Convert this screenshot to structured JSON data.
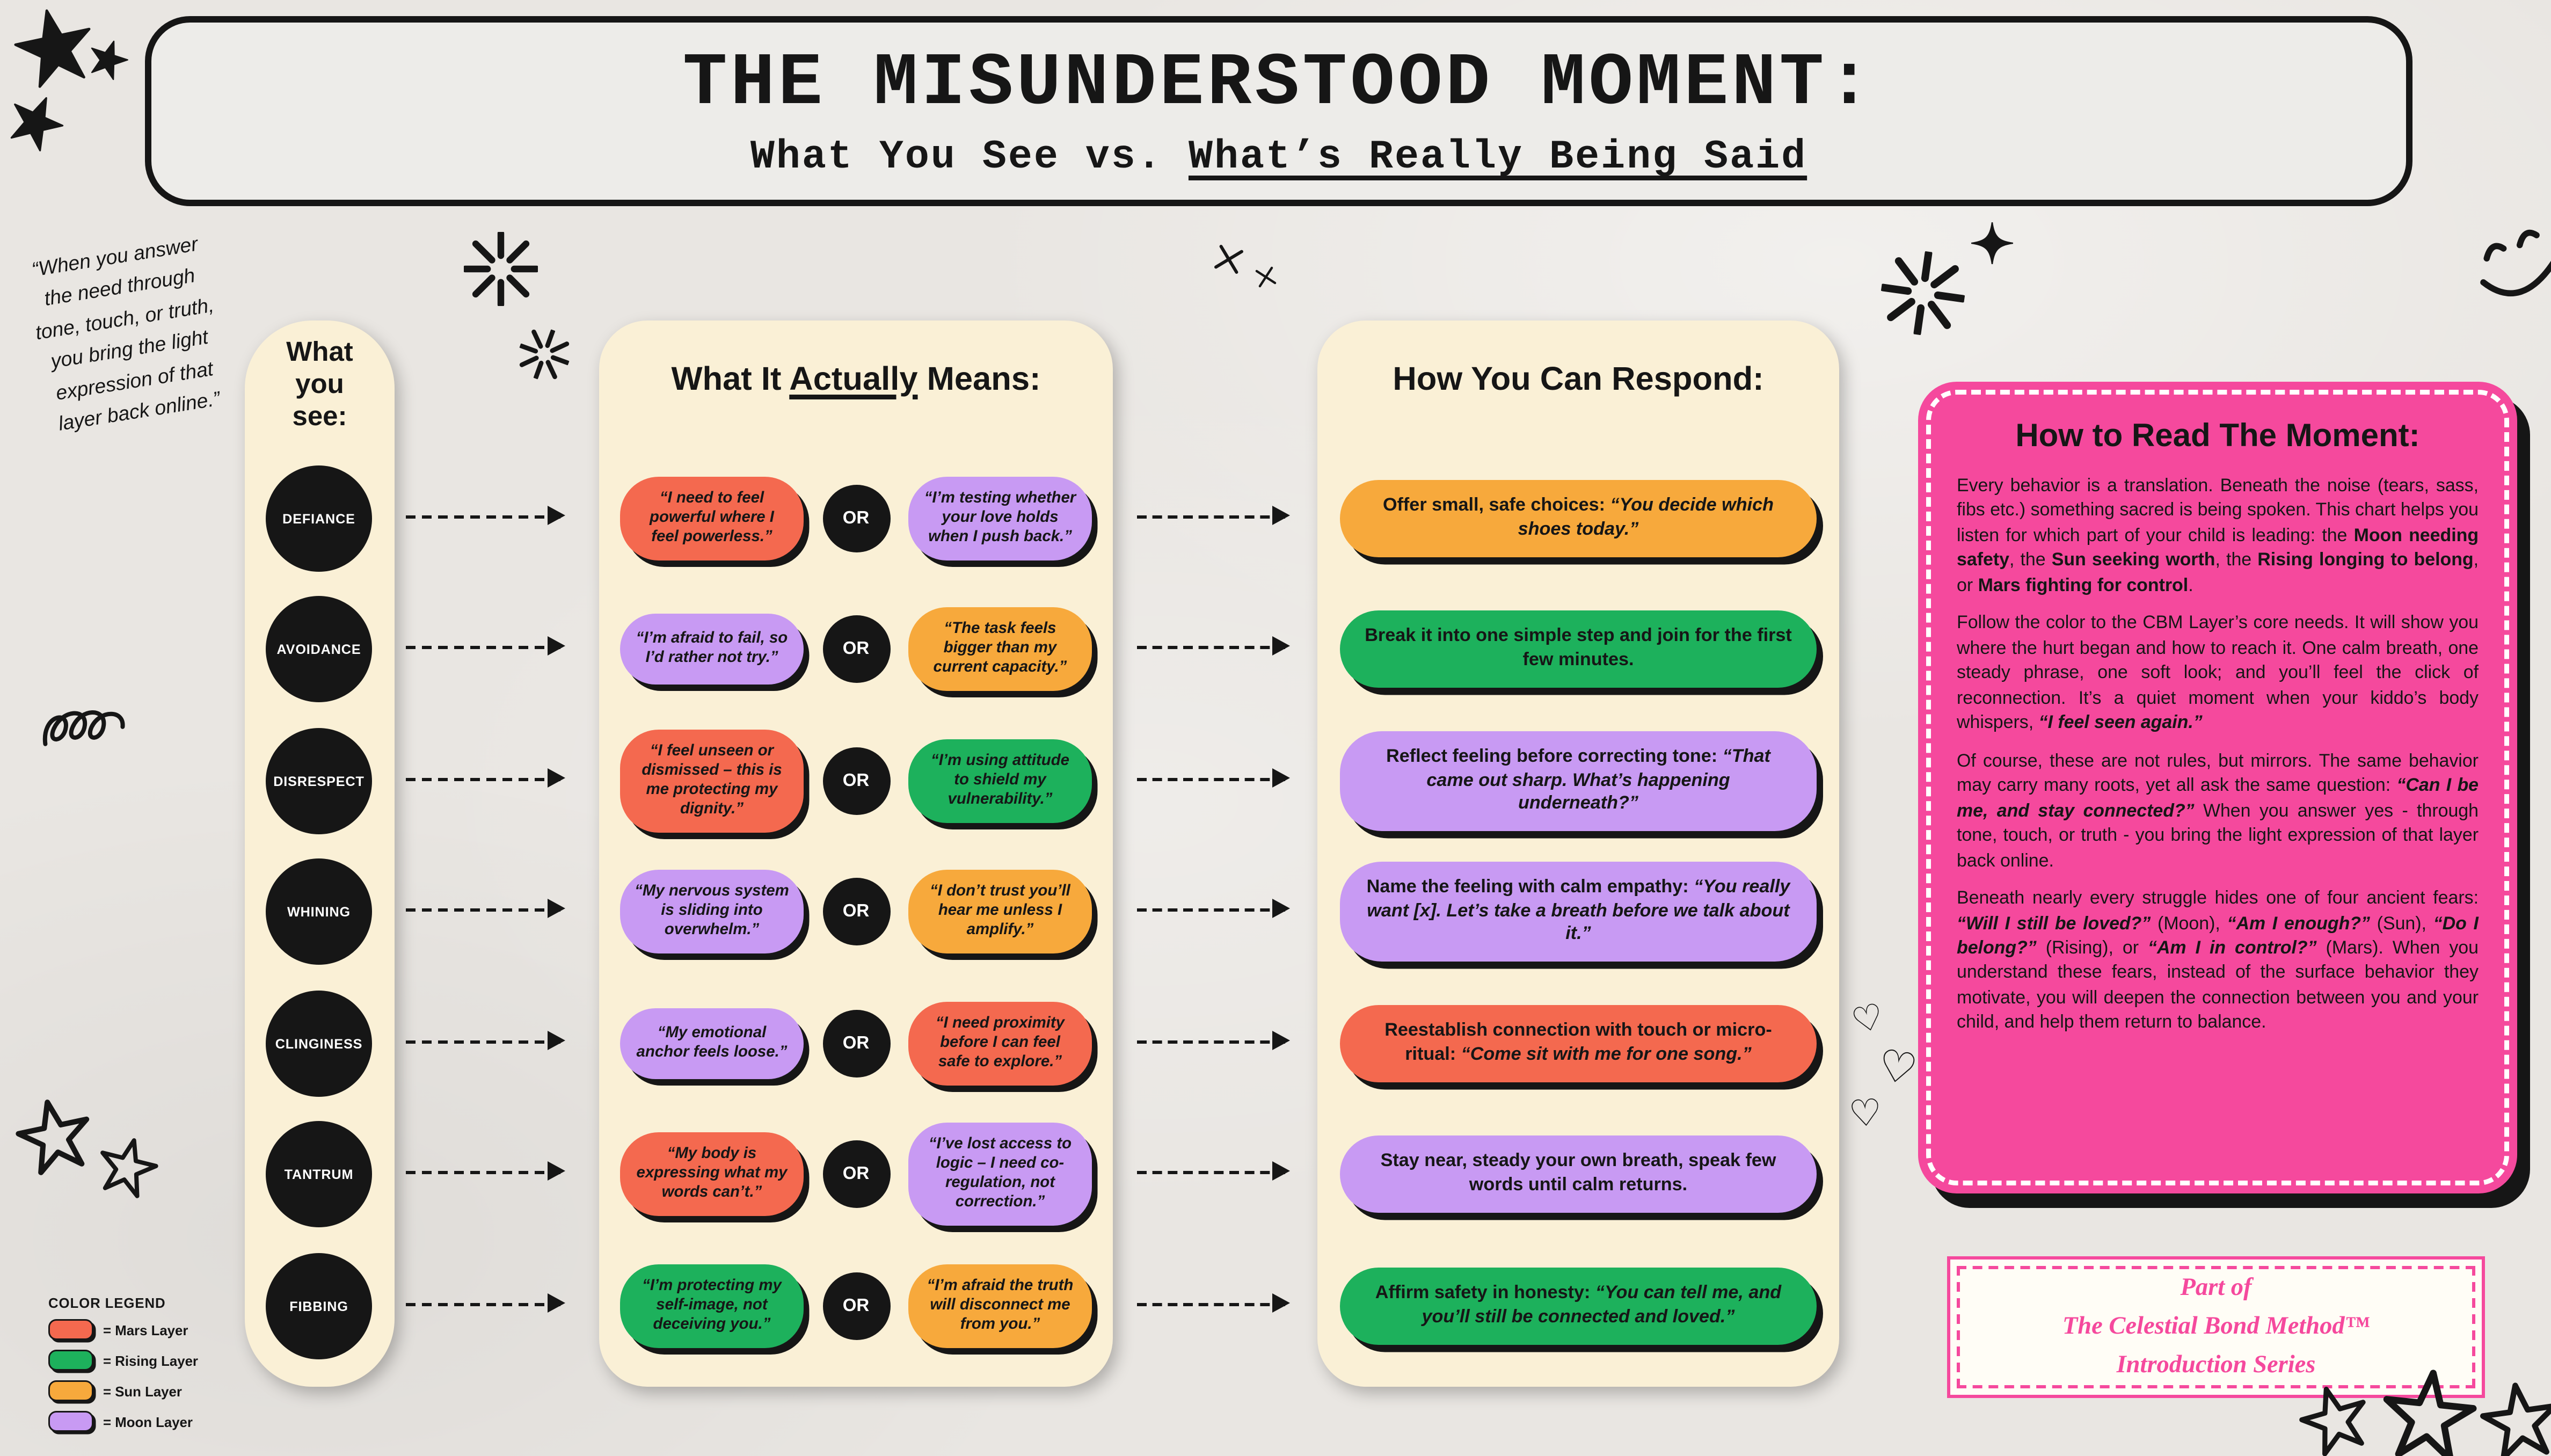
{
  "colors": {
    "mars": "#f4694f",
    "rising": "#1db15c",
    "sun": "#f7a93c",
    "moon": "#c89af3",
    "pink": "#f5499d",
    "cream": "#faf0d6",
    "ink": "#161616"
  },
  "title": {
    "main": "THE MISUNDERSTOOD MOMENT:",
    "subtitle_prefix": "What You See vs. ",
    "subtitle_underlined": "What’s Really Being Said"
  },
  "quote": "“When you answer\nthe need through\ntone, touch, or truth,\nyou bring the light\nexpression of that\nlayer back online.”",
  "see": {
    "header": "What\nyou\nsee:",
    "items": [
      "DEFIANCE",
      "AVOIDANCE",
      "DISRESPECT",
      "WHINING",
      "CLINGINESS",
      "TANTRUM",
      "FIBBING"
    ]
  },
  "means": {
    "header_prefix": "What It ",
    "header_underlined": "Actually",
    "header_suffix": " Means:",
    "or_label": "OR",
    "rows": [
      {
        "left": {
          "text": "“I need to feel powerful where I feel powerless.”",
          "layer": "mars"
        },
        "right": {
          "text": "“I’m testing whether your love holds when I push back.”",
          "layer": "moon"
        }
      },
      {
        "left": {
          "text": "“I’m afraid to fail, so I’d rather not try.”",
          "layer": "moon"
        },
        "right": {
          "text": "“The task feels bigger than my current capacity.”",
          "layer": "sun"
        }
      },
      {
        "left": {
          "text": "“I feel unseen or dismissed – this is me protecting my dignity.”",
          "layer": "mars"
        },
        "right": {
          "text": "“I’m using attitude to shield my vulnerability.”",
          "layer": "rising"
        }
      },
      {
        "left": {
          "text": "“My nervous system is sliding into overwhelm.”",
          "layer": "moon"
        },
        "right": {
          "text": "“I don’t trust you’ll hear me unless I amplify.”",
          "layer": "sun"
        }
      },
      {
        "left": {
          "text": "“My emotional anchor feels loose.”",
          "layer": "moon"
        },
        "right": {
          "text": "“I need proximity before I can feel safe to explore.”",
          "layer": "mars"
        }
      },
      {
        "left": {
          "text": "“My body is expressing what my words can’t.”",
          "layer": "mars"
        },
        "right": {
          "text": "“I’ve lost access to logic – I need co-regulation, not correction.”",
          "layer": "moon"
        }
      },
      {
        "left": {
          "text": "“I’m protecting my self-image, not deceiving you.”",
          "layer": "rising"
        },
        "right": {
          "text": "“I’m afraid the truth will disconnect me from you.”",
          "layer": "sun"
        }
      }
    ]
  },
  "respond": {
    "header": "How You Can Respond:",
    "items": [
      {
        "layer": "sun",
        "prefix": "Offer small, safe choices: ",
        "quote": "“You decide which shoes today.”"
      },
      {
        "layer": "rising",
        "prefix": "Break it into one simple step and join for the first few minutes.",
        "quote": ""
      },
      {
        "layer": "moon",
        "prefix": "Reflect feeling before correcting tone: ",
        "quote": "“That came out sharp. What’s happening underneath?”"
      },
      {
        "layer": "moon",
        "prefix": "Name the feeling with calm empathy: ",
        "quote": "“You really want [x]. Let’s take a breath before we talk about it.”"
      },
      {
        "layer": "mars",
        "prefix": "Reestablish connection with touch or micro-ritual: ",
        "quote": "“Come sit with me for one song.”"
      },
      {
        "layer": "moon",
        "prefix": "Stay near, steady your own breath, speak few words until calm returns.",
        "quote": ""
      },
      {
        "layer": "rising",
        "prefix": "Affirm safety in honesty: ",
        "quote": "“You can tell me, and you’ll still be connected and loved.”"
      }
    ]
  },
  "read_moment": {
    "title": "How to Read The Moment:",
    "paragraphs": [
      [
        {
          "t": "Every behavior is a translation. Beneath the noise (tears, sass, fibs etc.) something sacred is being spoken. This chart helps you listen for which part of your child is leading: the ",
          "s": "n"
        },
        {
          "t": "Moon needing safety",
          "s": "b"
        },
        {
          "t": ", the ",
          "s": "n"
        },
        {
          "t": "Sun seeking worth",
          "s": "b"
        },
        {
          "t": ", the ",
          "s": "n"
        },
        {
          "t": "Rising longing to belong",
          "s": "b"
        },
        {
          "t": ", or ",
          "s": "n"
        },
        {
          "t": "Mars fighting for control",
          "s": "b"
        },
        {
          "t": ".",
          "s": "n"
        }
      ],
      [
        {
          "t": "Follow the color to the CBM Layer’s core needs. It will show you where the hurt began and how to reach it. One calm breath, one steady phrase, one soft look; and you’ll feel the click of reconnection. It’s a quiet moment when your kiddo’s body whispers, ",
          "s": "n"
        },
        {
          "t": "“I feel seen again.”",
          "s": "bi"
        }
      ],
      [
        {
          "t": "Of course, these are not rules, but mirrors. The same behavior may carry many roots, yet all ask the same question: ",
          "s": "n"
        },
        {
          "t": "“Can I be me, and stay connected?”",
          "s": "bi"
        },
        {
          "t": " When you answer yes - through tone, touch, or truth - you bring the light expression of that layer back online.",
          "s": "n"
        }
      ],
      [
        {
          "t": "Beneath nearly every struggle hides one of four ancient fears: ",
          "s": "n"
        },
        {
          "t": "“Will I still be loved?”",
          "s": "bi"
        },
        {
          "t": " (Moon), ",
          "s": "n"
        },
        {
          "t": "“Am I enough?”",
          "s": "bi"
        },
        {
          "t": " (Sun), ",
          "s": "n"
        },
        {
          "t": "“Do I belong?”",
          "s": "bi"
        },
        {
          "t": " (Rising), or ",
          "s": "n"
        },
        {
          "t": "“Am I in control?”",
          "s": "bi"
        },
        {
          "t": " (Mars). When you understand these fears, instead of the surface behavior they motivate, you will deepen the connection between you and your child, and help them return to balance.",
          "s": "n"
        }
      ]
    ]
  },
  "footer_badge": {
    "lines": [
      "Part of",
      "The Celestial Bond Method™",
      "Introduction Series"
    ]
  },
  "legend": {
    "title": "COLOR LEGEND",
    "items": [
      {
        "label": "= Mars Layer",
        "layer": "mars"
      },
      {
        "label": "= Rising Layer",
        "layer": "rising"
      },
      {
        "label": "= Sun Layer",
        "layer": "sun"
      },
      {
        "label": "= Moon Layer",
        "layer": "moon"
      }
    ]
  }
}
